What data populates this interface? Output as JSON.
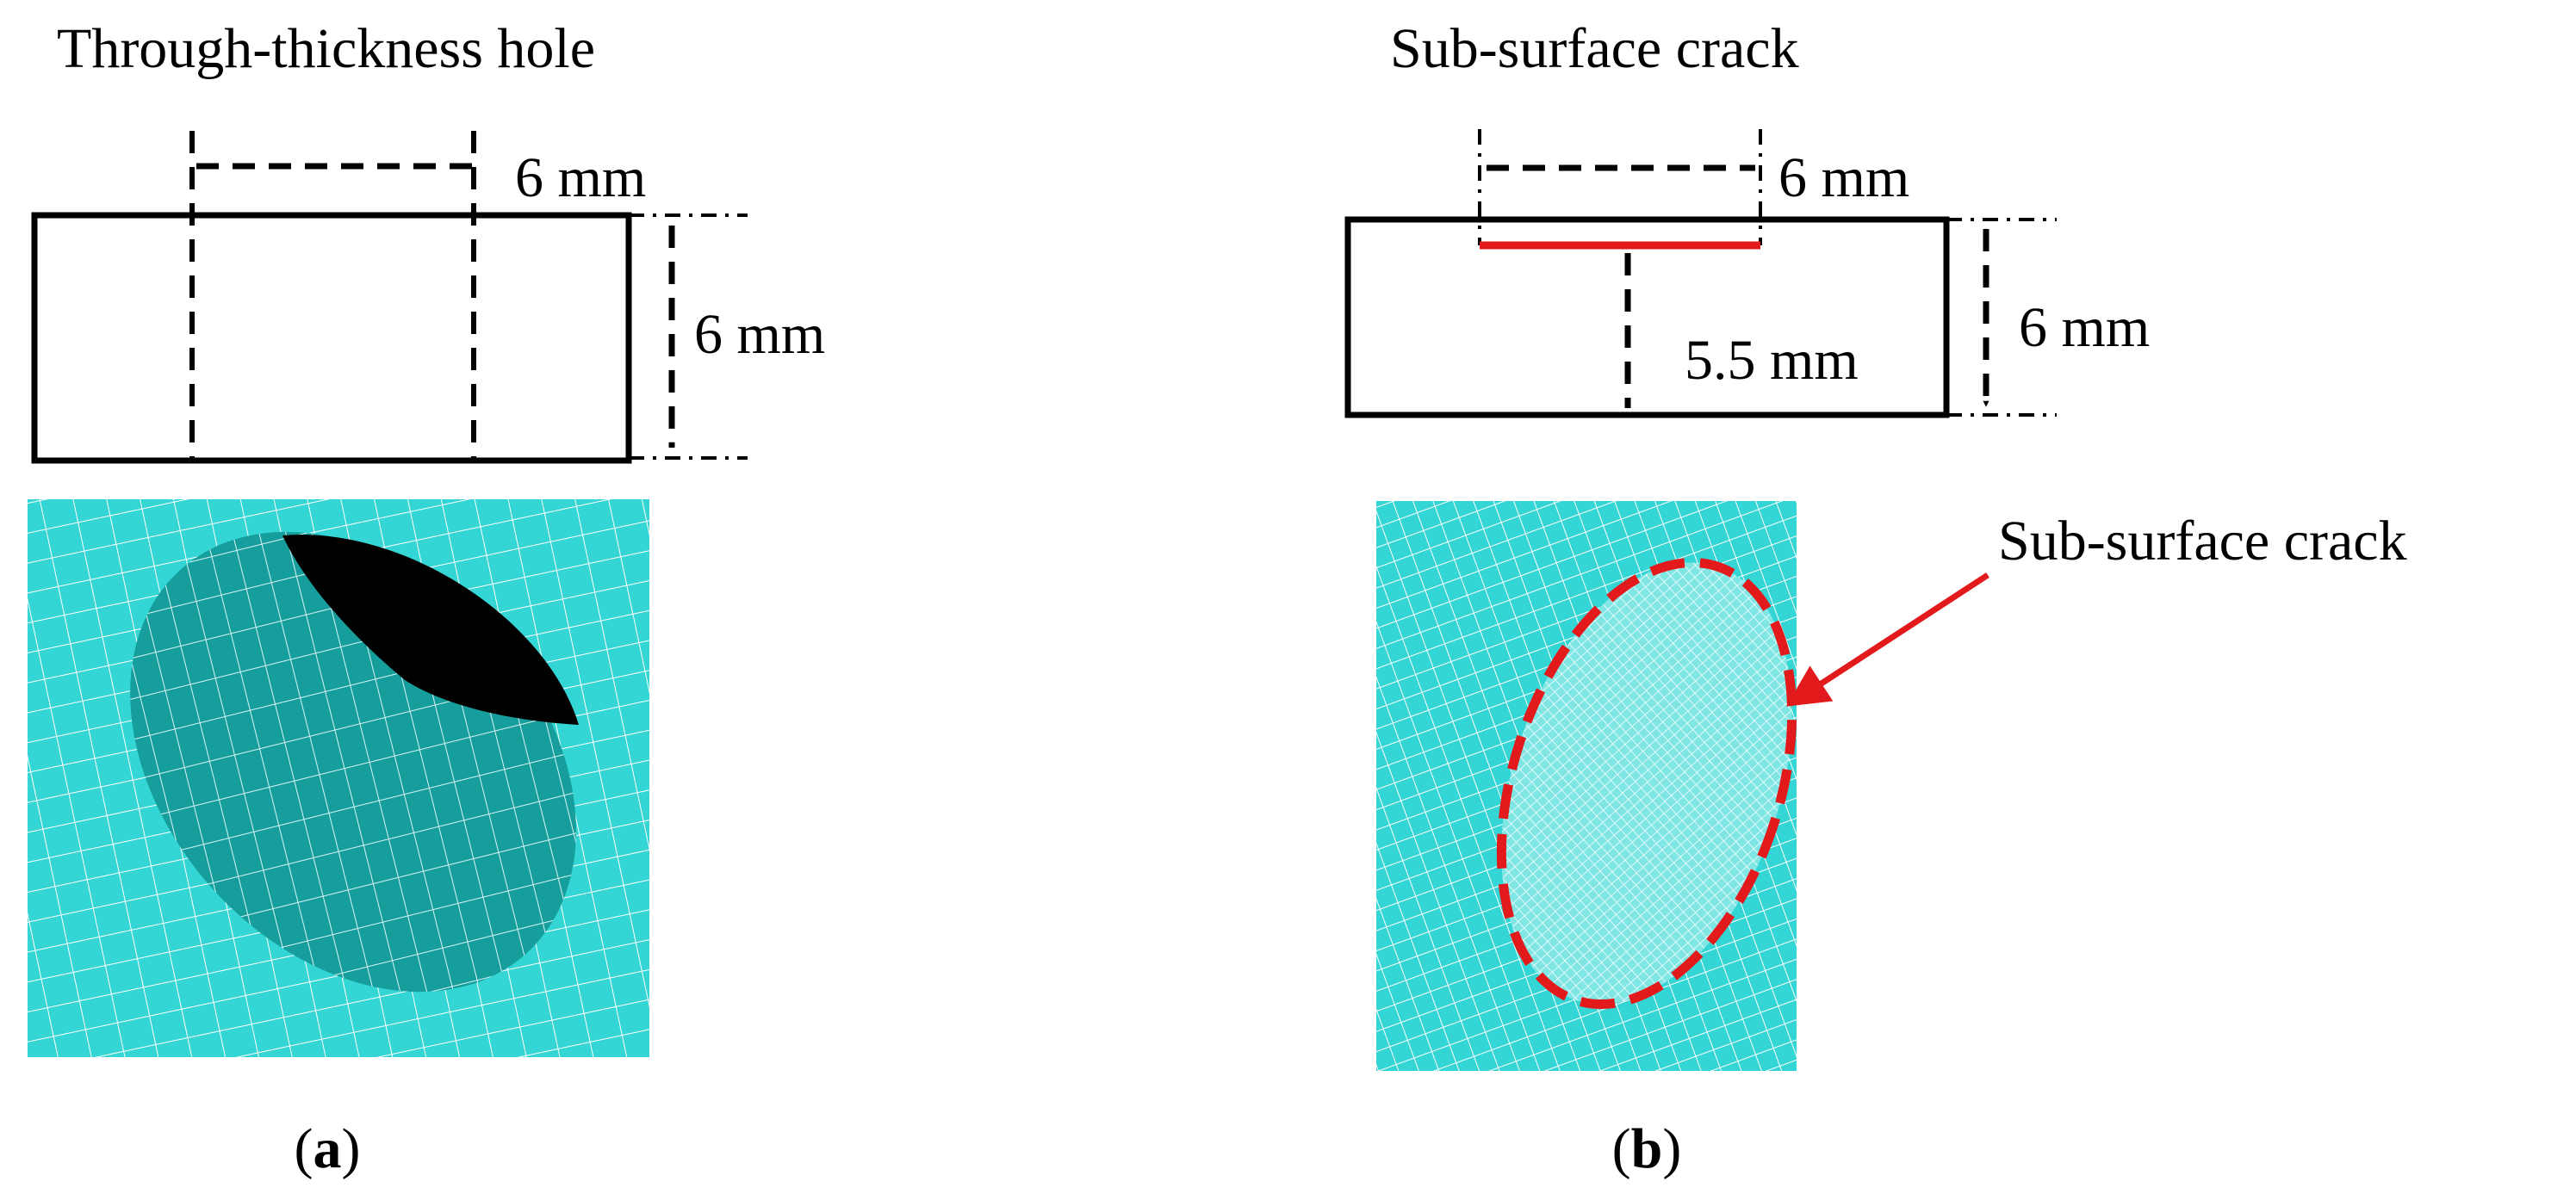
{
  "panel_a": {
    "title": "Through-thickness hole",
    "width_label": "6 mm",
    "height_label": "6 mm",
    "caption_open": "(",
    "caption_letter": "a",
    "caption_close": ")"
  },
  "panel_b": {
    "title": "Sub-surface crack",
    "width_label": "6 mm",
    "depth_label": "5.5 mm",
    "height_label": "6 mm",
    "callout_label": "Sub-surface crack",
    "caption_open": "(",
    "caption_letter": "b",
    "caption_close": ")"
  },
  "colors": {
    "mesh_fill": "#33d6d4",
    "mesh_line": "#ffffff",
    "hole_wall": "#169e9c",
    "hole_void": "#000000",
    "crack": "#e31a1c",
    "line": "#000000"
  }
}
